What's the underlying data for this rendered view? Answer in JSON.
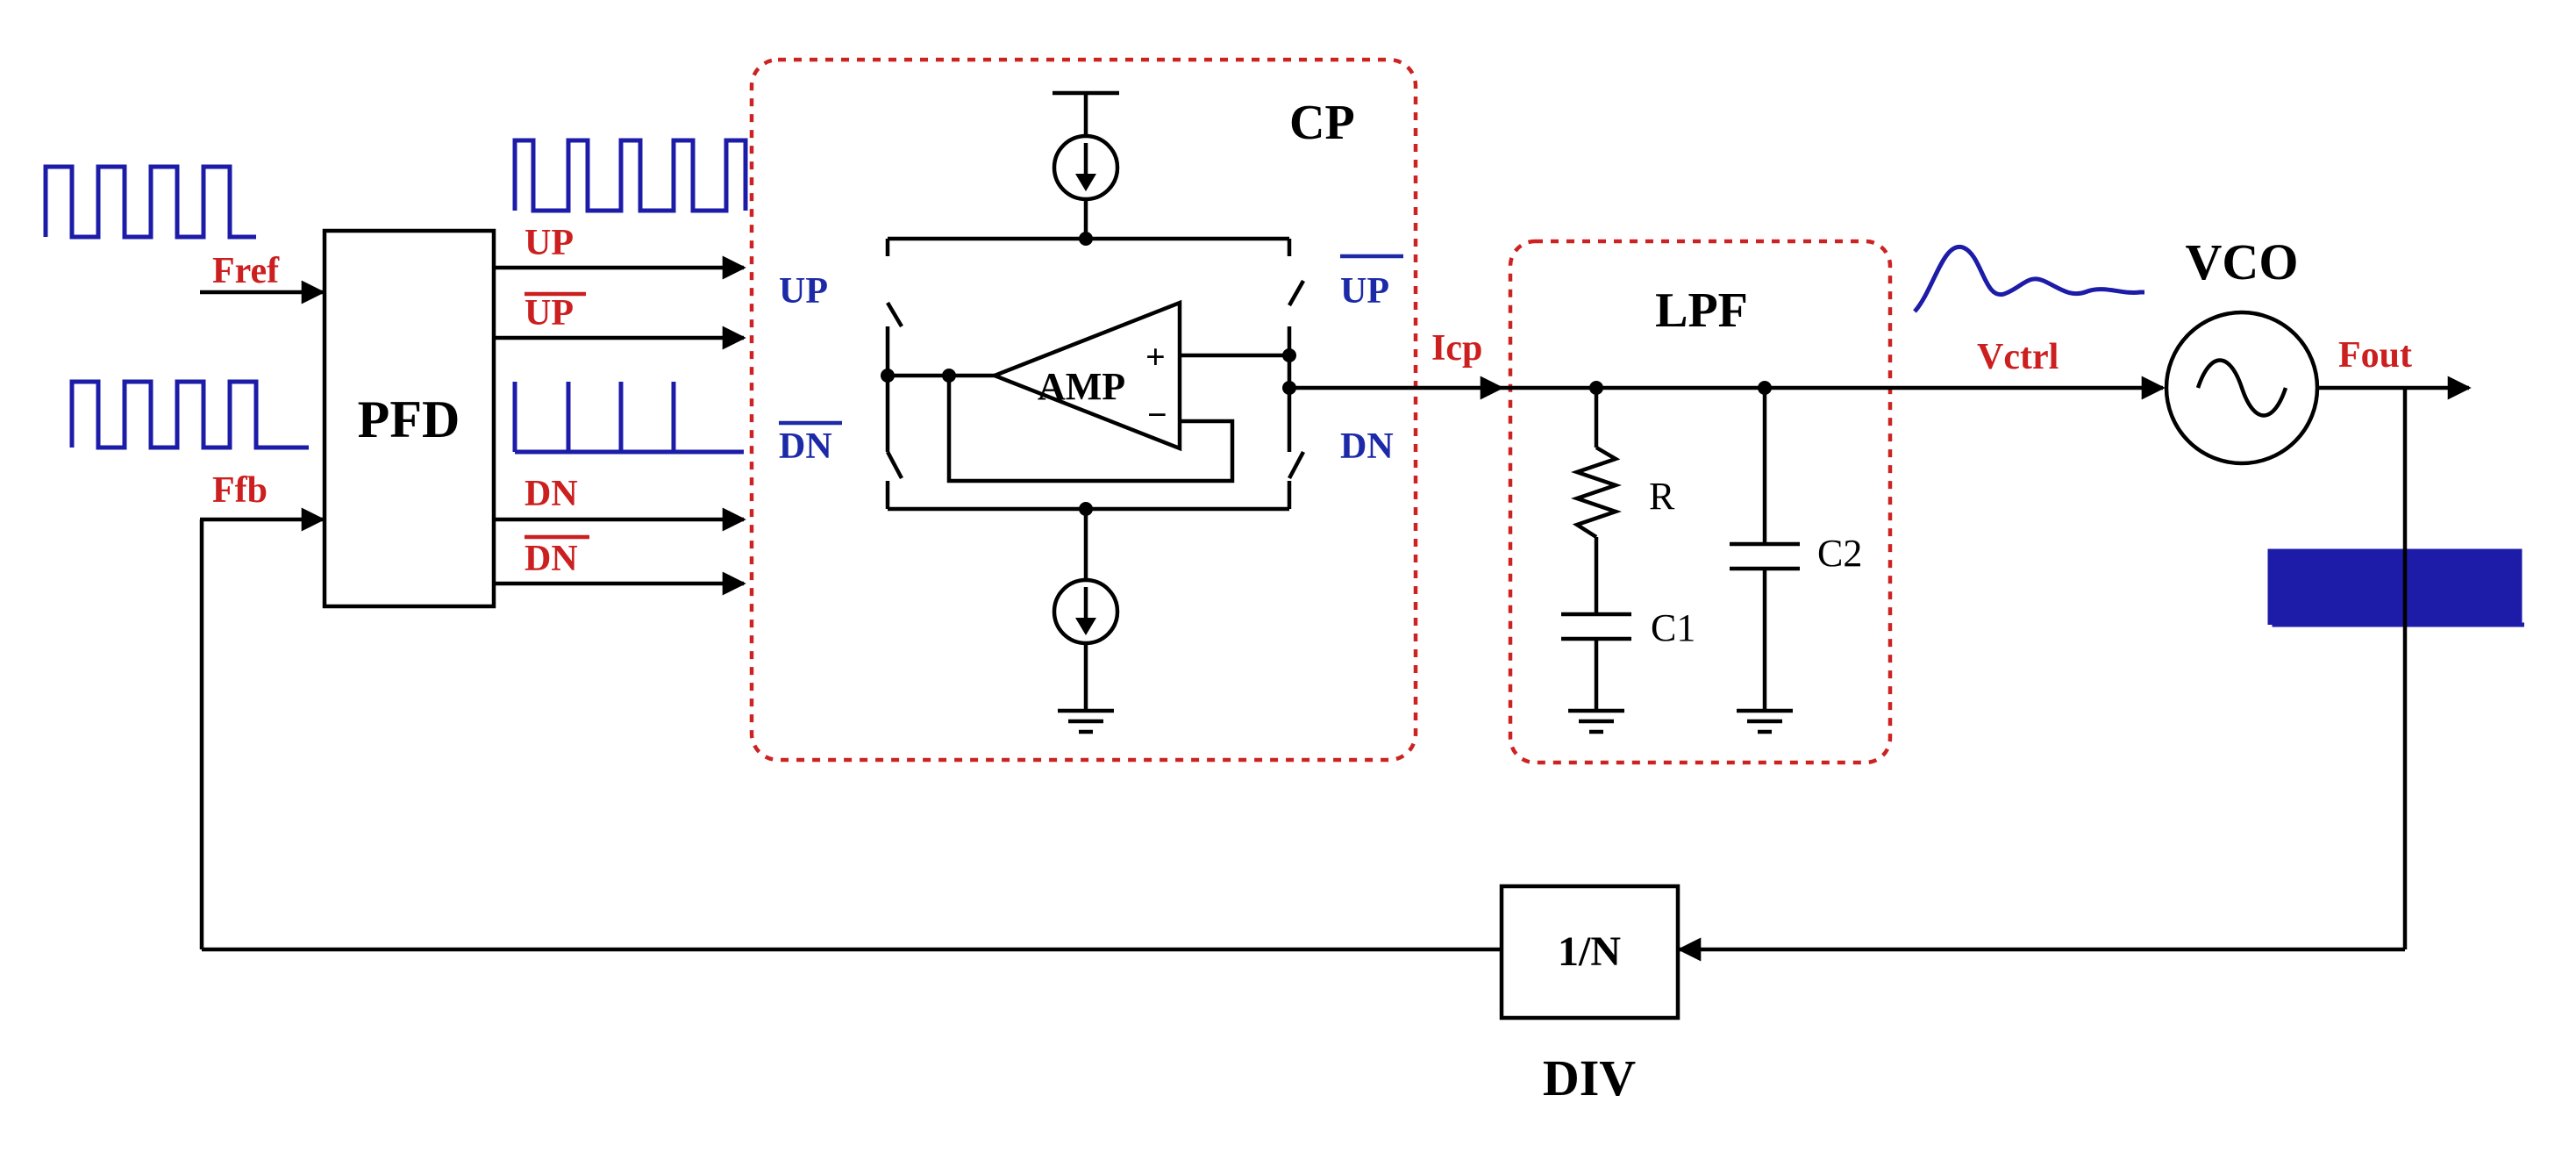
{
  "blocks": {
    "pfd": "PFD",
    "cp": "CP",
    "amp": "AMP",
    "lpf": "LPF",
    "vco": "VCO",
    "div_ratio": "1/N",
    "div": "DIV"
  },
  "signals": {
    "fref": "Fref",
    "ffb": "Ffb",
    "up": "UP",
    "up_bar": "UP",
    "dn": "DN",
    "dn_bar": "DN",
    "icp": "Icp",
    "vctrl": "Vctrl",
    "fout": "Fout"
  },
  "switch_labels": {
    "up_left": "UP",
    "up_bar_right": "UP",
    "dn_bar_left": "DN",
    "dn_right": "DN"
  },
  "amp_signs": {
    "plus": "+",
    "minus": "−"
  },
  "components": {
    "r": "R",
    "c1": "C1",
    "c2": "C2"
  },
  "colors": {
    "label_red": "#cc1f1f",
    "label_blue": "#1c2aa8",
    "waveform_blue": "#1c1ca8",
    "dashed_border": "#cc2222"
  }
}
